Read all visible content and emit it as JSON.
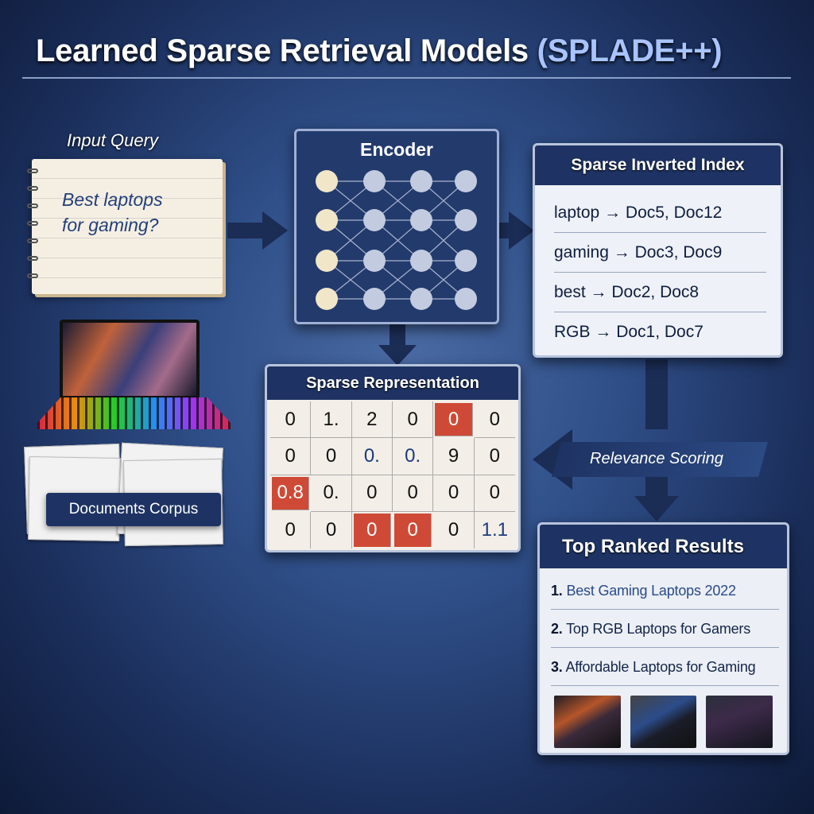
{
  "title": {
    "main": "Learned Sparse Retrieval Models",
    "accent": "(SPLADE++)"
  },
  "input": {
    "label": "Input Query",
    "query_line1": "Best laptops",
    "query_line2": "for gaming?"
  },
  "encoder": {
    "title": "Encoder"
  },
  "index": {
    "title": "Sparse Inverted Index",
    "rows": [
      {
        "term": "laptop",
        "docs": "Doc5, Doc12"
      },
      {
        "term": "gaming",
        "docs": "Doc3, Doc9"
      },
      {
        "term": "best",
        "docs": "Doc2, Doc8"
      },
      {
        "term": "RGB",
        "docs": "Doc1, Doc7"
      }
    ],
    "arrow": "→"
  },
  "sparse": {
    "title": "Sparse Representation",
    "cells": [
      [
        "0",
        "1.",
        "2",
        "0",
        "0",
        "0"
      ],
      [
        "0",
        "0",
        "0.",
        "0.",
        "9",
        "0"
      ],
      [
        "0.8",
        "0.",
        "0",
        "0",
        "0",
        "0"
      ],
      [
        "0",
        "0",
        "0",
        "0",
        "0",
        "1.1"
      ]
    ],
    "highlighted": [
      [
        0,
        4
      ],
      [
        2,
        0
      ],
      [
        3,
        2
      ],
      [
        3,
        3
      ]
    ],
    "blue": [
      [
        1,
        2
      ],
      [
        1,
        3
      ],
      [
        3,
        5
      ]
    ]
  },
  "scoring": {
    "label": "Relevance Scoring"
  },
  "corpus": {
    "label": "Documents Corpus"
  },
  "results": {
    "title": "Top Ranked Results",
    "items": [
      {
        "num": "1.",
        "text": "Best Gaming Laptops 2022"
      },
      {
        "num": "2.",
        "text": "Top RGB Laptops for Gamers"
      },
      {
        "num": "3.",
        "text": "Affordable Laptops for Gaming"
      }
    ]
  }
}
